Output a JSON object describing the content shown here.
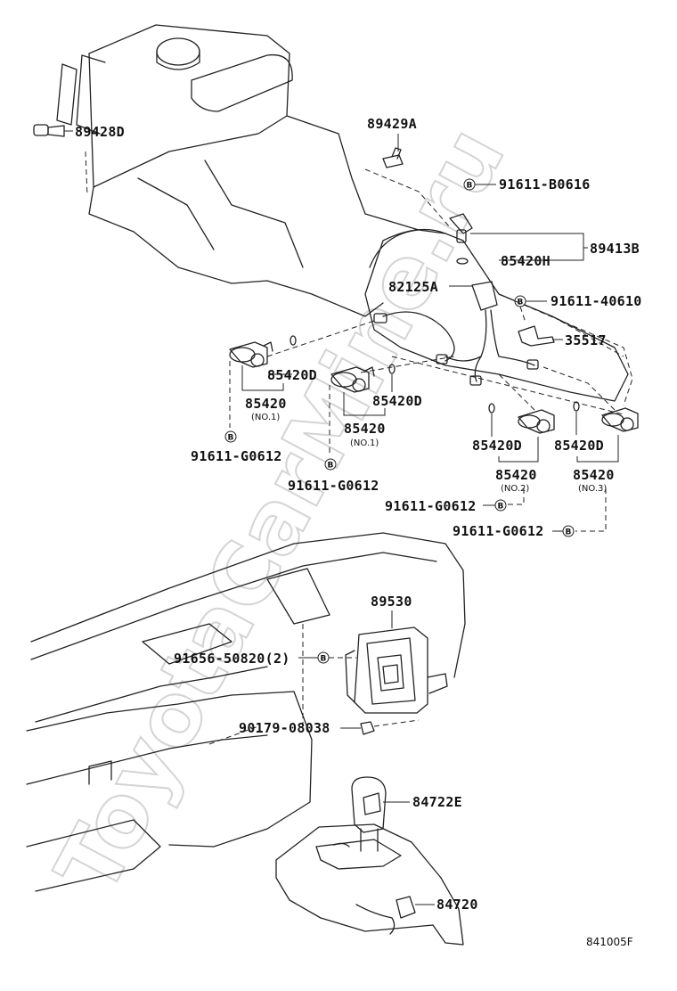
{
  "watermark": "ToyotaCarMine.ru",
  "diagram_code": "841005F",
  "bolt_marker": "B",
  "labels": {
    "p89428D": "89428D",
    "p89429A": "89429A",
    "p91611B0616": "91611-B0616",
    "p89413B": "89413B",
    "p85420H": "85420H",
    "p82125A": "82125A",
    "p9161140610": "91611-40610",
    "p35517": "35517",
    "p85420D_a": "85420D",
    "p85420D_b": "85420D",
    "p85420D_c": "85420D",
    "p85420D_d": "85420D",
    "p85420_a": "85420",
    "p85420_a_sub": "(NO.1)",
    "p85420_b": "85420",
    "p85420_b_sub": "(NO.1)",
    "p85420_c": "85420",
    "p85420_c_sub": "(NO.2)",
    "p85420_d": "85420",
    "p85420_d_sub": "(NO.3)",
    "p91611G0612_a": "91611-G0612",
    "p91611G0612_b": "91611-G0612",
    "p91611G0612_c": "91611-G0612",
    "p91611G0612_d": "91611-G0612",
    "p89530": "89530",
    "p9165650820": "91656-50820(2)",
    "p9017908038": "90179-08038",
    "p84722E": "84722E",
    "p84720": "84720"
  }
}
